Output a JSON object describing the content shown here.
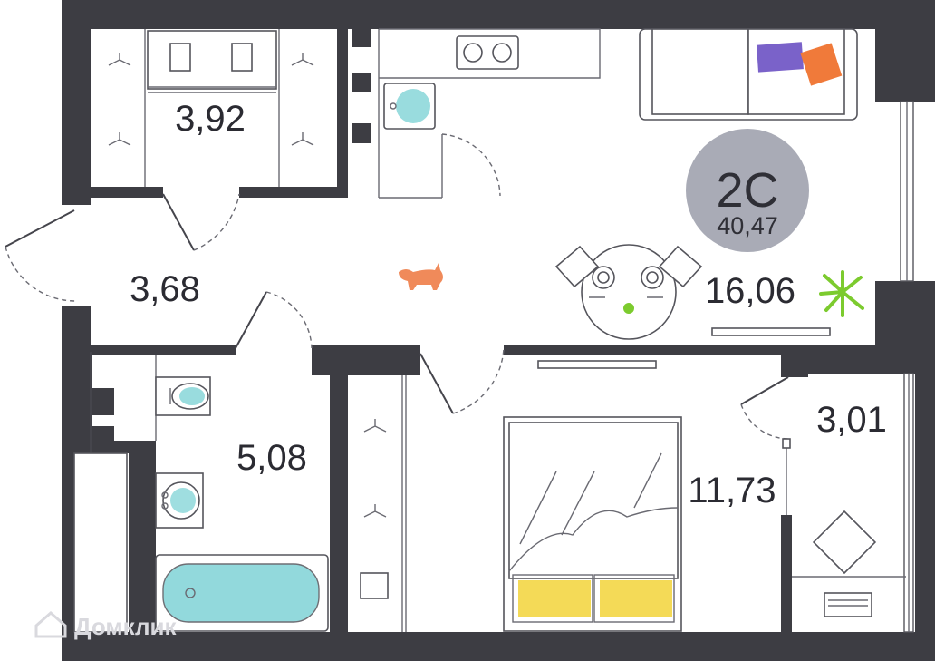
{
  "unit": {
    "code": "2С",
    "total_area": "40,47",
    "badge_color": "#a9abb6"
  },
  "rooms": [
    {
      "id": "wardrobe",
      "area": "3,92"
    },
    {
      "id": "hallway",
      "area": "3,68"
    },
    {
      "id": "bathroom",
      "area": "5,08"
    },
    {
      "id": "kitchen-living",
      "area": "16,06"
    },
    {
      "id": "bedroom",
      "area": "11,73"
    },
    {
      "id": "balcony",
      "area": "3,01"
    }
  ],
  "watermark": "Домклик",
  "colors": {
    "wall": "#3d3d43",
    "floor": "#ffffff",
    "bath_water": "#7fd3d6",
    "pillow": "#f2d43a",
    "cushion_purple": "#7a62c9",
    "cushion_orange": "#f07a3a",
    "cat": "#f08a5a",
    "plant": "#7ccb2e"
  }
}
